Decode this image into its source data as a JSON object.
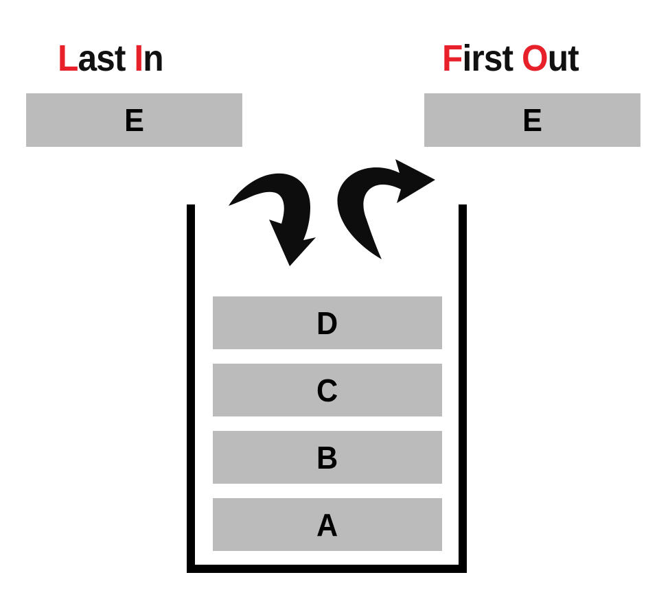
{
  "diagram": {
    "title_left": {
      "full": "Last In",
      "segments": [
        {
          "text": "L",
          "accent": true
        },
        {
          "text": "ast ",
          "accent": false
        },
        {
          "text": "I",
          "accent": true
        },
        {
          "text": "n",
          "accent": false
        }
      ]
    },
    "title_right": {
      "full": "First Out",
      "segments": [
        {
          "text": "F",
          "accent": true
        },
        {
          "text": "irst ",
          "accent": false
        },
        {
          "text": "O",
          "accent": true
        },
        {
          "text": "ut",
          "accent": false
        }
      ]
    },
    "incoming_cell_label": "E",
    "outgoing_cell_label": "E",
    "stack_items": [
      {
        "label": "D"
      },
      {
        "label": "C"
      },
      {
        "label": "B"
      },
      {
        "label": "A"
      }
    ],
    "arrows": [
      {
        "name": "push-arrow",
        "direction": "down-into-stack"
      },
      {
        "name": "pop-arrow",
        "direction": "up-out-of-stack"
      }
    ],
    "colors": {
      "accent_red": "#E8202A",
      "cell_gray": "#BBBBBB",
      "container_black": "#000000",
      "text_black": "#111111",
      "background": "#FFFFFF"
    }
  }
}
